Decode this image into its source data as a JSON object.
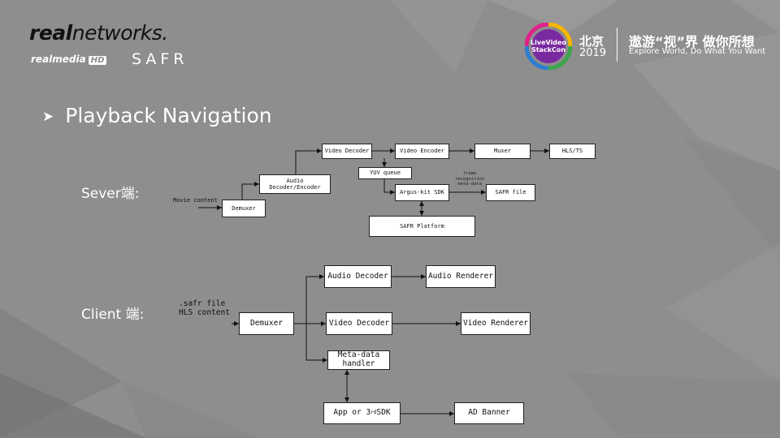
{
  "brand": {
    "real_bold": "real",
    "real_rest": "networks.",
    "realmedia": "realmedia",
    "hd": "HD",
    "safr": "SAFR"
  },
  "conference": {
    "logo_text": "LiveVideo StackCon",
    "city": "北京",
    "year": "2019",
    "slogan": "遨游“视”界 做你所想",
    "slogan_en": "Explore World, Do What You Want"
  },
  "title": "Playback Navigation",
  "server": {
    "label": "Sever端:",
    "input": "Movie content",
    "boxes": {
      "demuxer": "Demuxer",
      "audio_codec": "Audio\nDecoder/Encoder",
      "video_decoder": "Video Decoder",
      "video_encoder": "Video Encoder",
      "muxer": "Muxer",
      "hls": "HLS/TS",
      "yuv_queue": "YUV queue",
      "argus_sdk": "Argus-kit SDK",
      "safr_file": "SAFR file",
      "safr_platform": "SAFR Platform"
    },
    "annotation": "frame\nrecognition\nmeta-data"
  },
  "client": {
    "label": "Client 端:",
    "input": ".safr file\nHLS content",
    "boxes": {
      "demuxer": "Demuxer",
      "audio_decoder": "Audio Decoder",
      "audio_renderer": "Audio Renderer",
      "video_decoder": "Video Decoder",
      "video_renderer": "Video Renderer",
      "metadata_handler": "Meta-data\nhandler",
      "app_sdk_pre": "App or 3",
      "app_sdk_sup": "rd",
      "app_sdk_post": " SDK",
      "ad_banner": "AD Banner"
    }
  }
}
